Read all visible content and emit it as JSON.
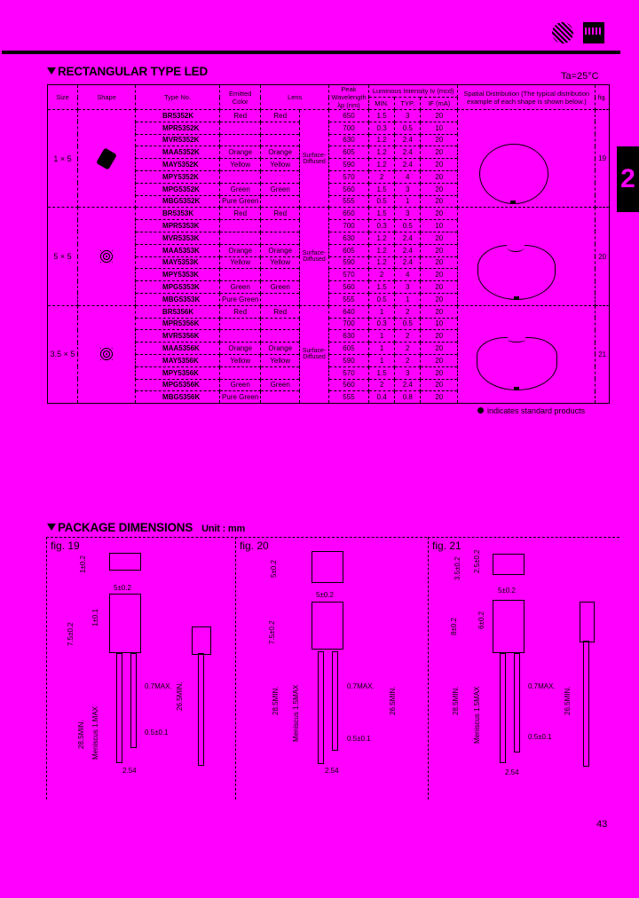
{
  "header": {
    "logos": [
      "company-logo",
      "mark-logo"
    ]
  },
  "section1": {
    "title": "RECTANGULAR TYPE LED",
    "condition": "Ta=25°C",
    "side_tab": "2",
    "columns": {
      "size": "Size",
      "shape": "Shape",
      "type_no": "Type No.",
      "emitted_color": "Emitted Color",
      "lens": "Lens",
      "peak_wavelength": "Peak Wavelength λp (nm)",
      "luminous_intensity": "Luminous Intensity Iv (mcd)",
      "min": "MIN.",
      "typ": "TYP.",
      "if": "IF (mA)",
      "spatial": "Spatial Distribution (The typical distribution example of each shape is shown below.)",
      "fig": "fig."
    },
    "groups": [
      {
        "size": "1 × 5",
        "fig": "19",
        "lens_diffusion": "Surface-Diffused",
        "rows": [
          {
            "type": "BR5352K",
            "color": "Red",
            "lens": "Red",
            "wl": "650",
            "min": "1.5",
            "typ": "3",
            "if": "20"
          },
          {
            "type": "MPR5352K",
            "color": "",
            "lens": "",
            "wl": "700",
            "min": "0.3",
            "typ": "0.5",
            "if": "10"
          },
          {
            "type": "MVR5352K",
            "color": "",
            "lens": "",
            "wl": "630",
            "min": "1.2",
            "typ": "2.4",
            "if": "20"
          },
          {
            "type": "MAA5352K",
            "color": "Orange",
            "lens": "Orange",
            "wl": "605",
            "min": "1.2",
            "typ": "2.4",
            "if": "20"
          },
          {
            "type": "MAY5352K",
            "color": "Yellow",
            "lens": "Yellow",
            "wl": "590",
            "min": "1.2",
            "typ": "2.4",
            "if": "20"
          },
          {
            "type": "MPY5352K",
            "color": "",
            "lens": "",
            "wl": "570",
            "min": "2",
            "typ": "4",
            "if": "20"
          },
          {
            "type": "MPG5352K",
            "color": "Green",
            "lens": "Green",
            "wl": "560",
            "min": "1.5",
            "typ": "3",
            "if": "20"
          },
          {
            "type": "MBG5352K",
            "color": "Pure Green",
            "lens": "",
            "wl": "555",
            "min": "0.5",
            "typ": "1",
            "if": "20"
          }
        ]
      },
      {
        "size": "5 × 5",
        "fig": "20",
        "lens_diffusion": "Surface-Diffused",
        "rows": [
          {
            "type": "BR5353K",
            "color": "Red",
            "lens": "Red",
            "wl": "650",
            "min": "1.5",
            "typ": "3",
            "if": "20"
          },
          {
            "type": "MPR5353K",
            "color": "",
            "lens": "",
            "wl": "700",
            "min": "0.3",
            "typ": "0.5",
            "if": "10"
          },
          {
            "type": "MVR5353K",
            "color": "",
            "lens": "",
            "wl": "630",
            "min": "1.2",
            "typ": "2.4",
            "if": "20"
          },
          {
            "type": "MAA5353K",
            "color": "Orange",
            "lens": "Orange",
            "wl": "605",
            "min": "1.2",
            "typ": "2.4",
            "if": "20"
          },
          {
            "type": "MAY5353K",
            "color": "Yellow",
            "lens": "Yellow",
            "wl": "590",
            "min": "1.2",
            "typ": "2.4",
            "if": "20"
          },
          {
            "type": "MPY5353K",
            "color": "",
            "lens": "",
            "wl": "570",
            "min": "2",
            "typ": "4",
            "if": "20"
          },
          {
            "type": "MPG5353K",
            "color": "Green",
            "lens": "Green",
            "wl": "560",
            "min": "1.5",
            "typ": "3",
            "if": "20"
          },
          {
            "type": "MBG5353K",
            "color": "Pure Green",
            "lens": "",
            "wl": "555",
            "min": "0.5",
            "typ": "1",
            "if": "20"
          }
        ]
      },
      {
        "size": "3.5 × 5",
        "fig": "21",
        "lens_diffusion": "Surface-Diffused",
        "rows": [
          {
            "type": "BR5356K",
            "color": "Red",
            "lens": "Red",
            "wl": "640",
            "min": "1",
            "typ": "2",
            "if": "20"
          },
          {
            "type": "MPR5356K",
            "color": "",
            "lens": "",
            "wl": "700",
            "min": "0.3",
            "typ": "0.5",
            "if": "10"
          },
          {
            "type": "MVR5356K",
            "color": "",
            "lens": "",
            "wl": "630",
            "min": "1",
            "typ": "2",
            "if": "20"
          },
          {
            "type": "MAA5356K",
            "color": "Orange",
            "lens": "Orange",
            "wl": "605",
            "min": "1",
            "typ": "2",
            "if": "20"
          },
          {
            "type": "MAY5356K",
            "color": "Yellow",
            "lens": "Yellow",
            "wl": "590",
            "min": "1",
            "typ": "2",
            "if": "20"
          },
          {
            "type": "MPY5356K",
            "color": "",
            "lens": "",
            "wl": "570",
            "min": "1.5",
            "typ": "3",
            "if": "20"
          },
          {
            "type": "MPG5356K",
            "color": "Green",
            "lens": "Green",
            "wl": "560",
            "min": "2",
            "typ": "2.4",
            "if": "20"
          },
          {
            "type": "MBG5356K",
            "color": "Pure Green",
            "lens": "",
            "wl": "555",
            "min": "0.4",
            "typ": "0.8",
            "if": "20"
          }
        ]
      }
    ],
    "footnote": "indicates standard products"
  },
  "section2": {
    "title": "PACKAGE DIMENSIONS",
    "unit": "Unit : mm",
    "figures": [
      {
        "label": "fig. 19",
        "top": "1±0.2",
        "width": "5±0.2",
        "height": "7.5±0.2",
        "step": "1±0.1",
        "lead_min": "28.5MIN.",
        "meniscus": "Meniscus 1.MAX",
        "lead_max": "0.7MAX.",
        "lead_w": "0.5±0.1",
        "pitch": "2.54",
        "side_min": "26.5MIN."
      },
      {
        "label": "fig. 20",
        "top": "5±0.2",
        "width": "5±0.2",
        "height": "7.5±0.2",
        "lead_min": "28.5MIN.",
        "meniscus": "Meniscus 1.5MAX",
        "lead_max": "0.7MAX.",
        "lead_w": "0.5±0.1",
        "pitch": "2.54",
        "side_min": "26.5MIN."
      },
      {
        "label": "fig. 21",
        "top": "3.5±0.2",
        "top2": "2.5±0.2",
        "width": "5±0.2",
        "height": "8±0.2",
        "body": "6±0.2",
        "lead_min": "28.5MIN.",
        "meniscus": "Meniscus 1.5MAX",
        "lead_max": "0.7MAX.",
        "lead_w": "0.5±0.1",
        "pitch": "2.54",
        "side_min": "26.5MIN."
      }
    ]
  },
  "page_number": "43"
}
